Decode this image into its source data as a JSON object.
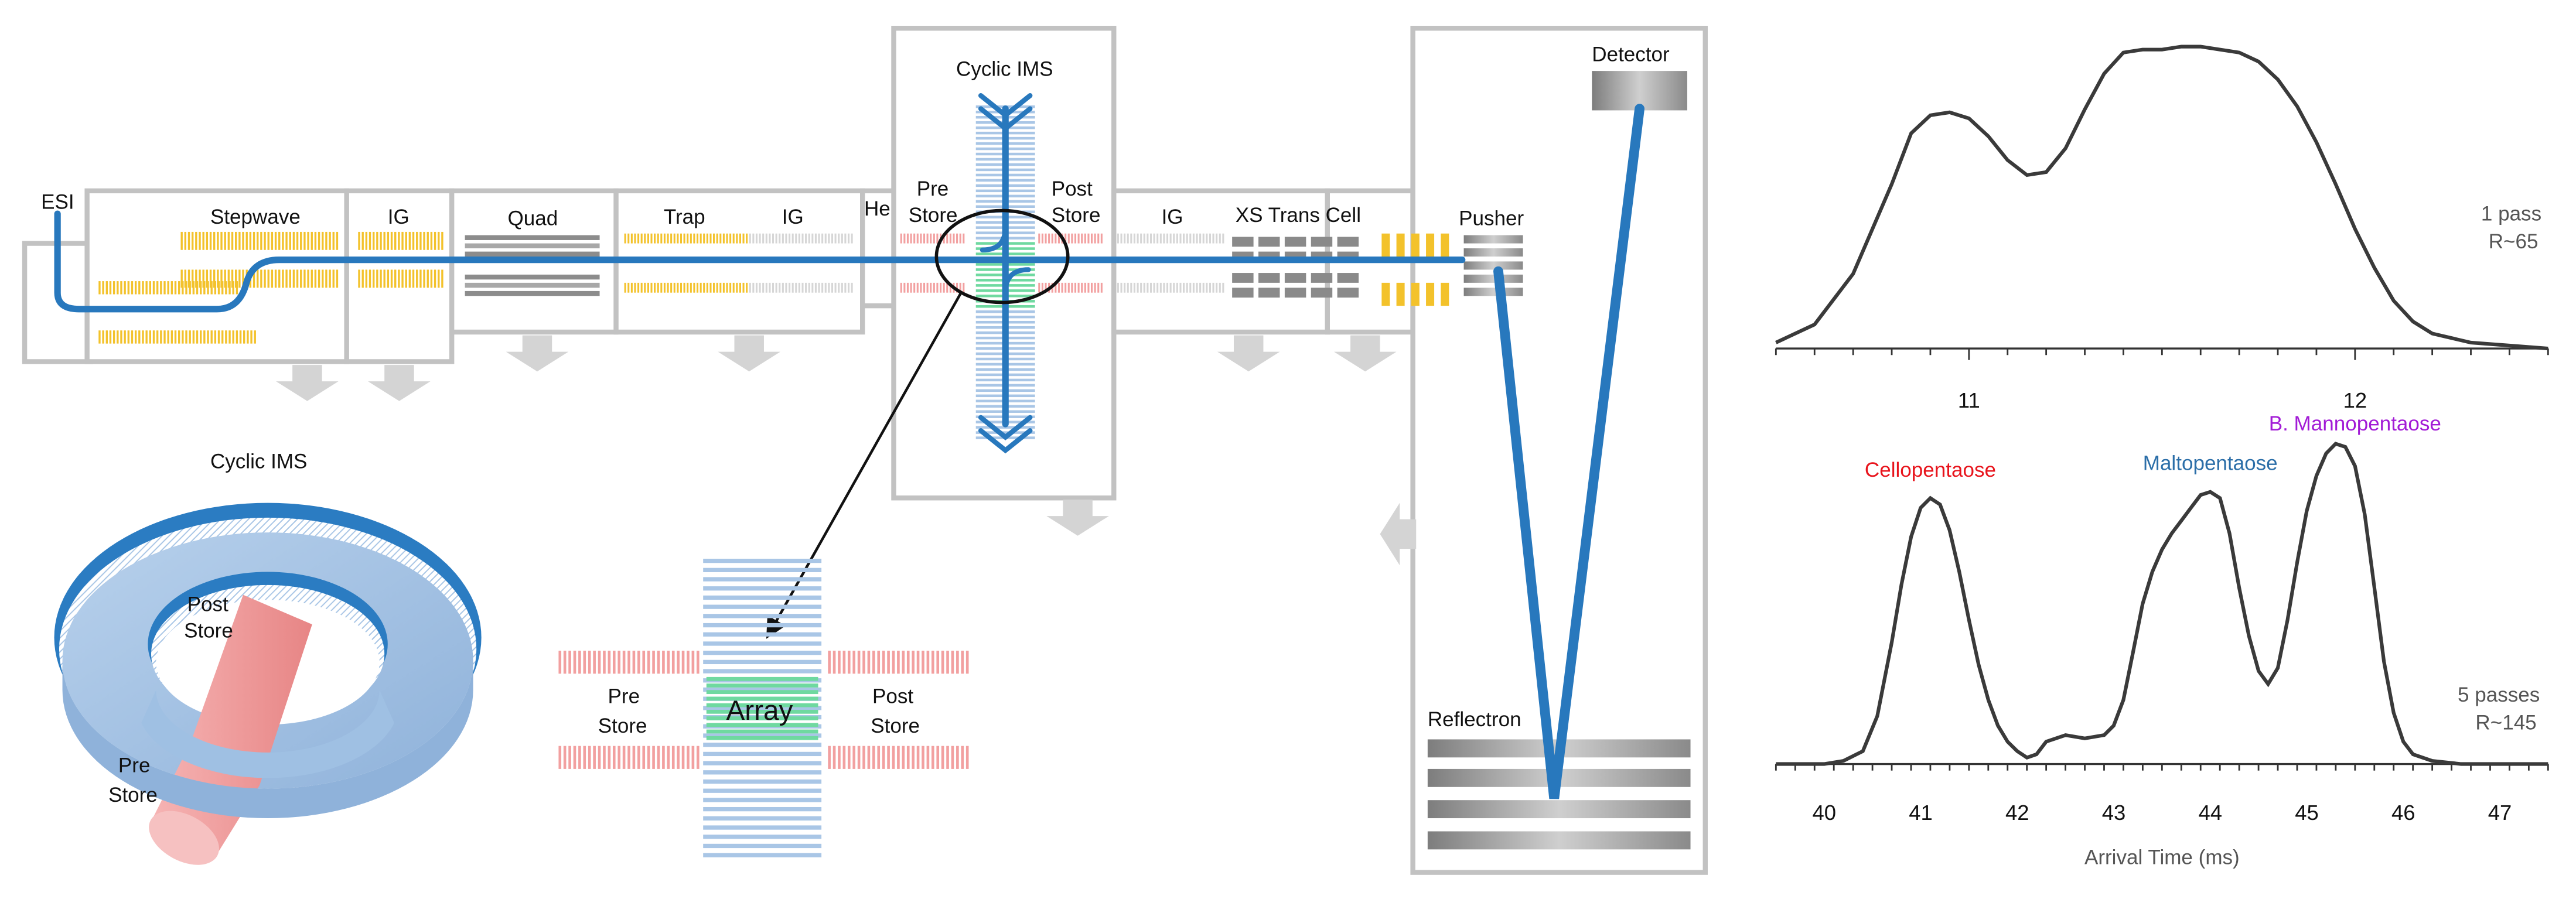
{
  "instrument": {
    "labels": {
      "esi": "ESI",
      "stepwave": "Stepwave",
      "ig1": "IG",
      "quad": "Quad",
      "trap": "Trap",
      "ig2": "IG",
      "he": "He",
      "cyclic_ims": "Cyclic IMS",
      "pre_store": [
        "Pre",
        "Store"
      ],
      "post_store": [
        "Post",
        "Store"
      ],
      "ig3": "IG",
      "xs_trans_cell": "XS Trans Cell",
      "pusher": "Pusher",
      "detector": "Detector",
      "reflectron": "Reflectron"
    },
    "colors": {
      "ion_path": "#2878bd",
      "electrode_yellow": "#f3c22b",
      "chamber_wall": "#c2c2c2",
      "arrow_gray": "#d4d4d4",
      "prestore_pink": "#f2a0a0",
      "array_green": "#6fd9a0",
      "ims_blue": "#a9c6e6"
    }
  },
  "inset_ring": {
    "title": "Cyclic IMS",
    "pre_store": [
      "Pre",
      "Store"
    ],
    "post_store": [
      "Post",
      "Store"
    ]
  },
  "inset_array": {
    "array_label": "Array",
    "pre_store": [
      "Pre",
      "Store"
    ],
    "post_store": [
      "Post",
      "Store"
    ]
  },
  "chart_data": [
    {
      "type": "line",
      "title": "",
      "xlabel": "",
      "ylabel": "",
      "xlim": [
        10.5,
        12.5
      ],
      "ticks": [
        "11",
        "12"
      ],
      "annotation": [
        "1 pass",
        "R~65"
      ],
      "series": [
        {
          "x": [
            10.5,
            10.6,
            10.7,
            10.8,
            10.85,
            10.9,
            10.95,
            11.0,
            11.05,
            11.1,
            11.15,
            11.2,
            11.25,
            11.3,
            11.35,
            11.4,
            11.45,
            11.5,
            11.55,
            11.6,
            11.65,
            11.7,
            11.75,
            11.8,
            11.85,
            11.9,
            11.95,
            12.0,
            12.05,
            12.1,
            12.15,
            12.2,
            12.3,
            12.4,
            12.5
          ],
          "y": [
            0.02,
            0.08,
            0.25,
            0.55,
            0.72,
            0.78,
            0.79,
            0.77,
            0.71,
            0.63,
            0.58,
            0.59,
            0.67,
            0.8,
            0.92,
            0.99,
            1.0,
            1.0,
            1.01,
            1.01,
            1.0,
            0.99,
            0.96,
            0.9,
            0.81,
            0.69,
            0.55,
            0.4,
            0.27,
            0.16,
            0.09,
            0.05,
            0.02,
            0.01,
            0.0
          ]
        }
      ]
    },
    {
      "type": "line",
      "title": "",
      "xlabel": "Arrival Time (ms)",
      "ylabel": "",
      "xlim": [
        39.5,
        47.5
      ],
      "ticks": [
        "40",
        "41",
        "42",
        "43",
        "44",
        "45",
        "46",
        "47"
      ],
      "annotation": [
        "5 passes",
        "R~145"
      ],
      "peak_labels": [
        {
          "text": "Cellopentaose",
          "x": 41.1,
          "color": "#e8141c"
        },
        {
          "text": "Maltopentaose",
          "x": 44.0,
          "color": "#2b6ea8"
        },
        {
          "text": "B. Mannopentaose",
          "x": 45.5,
          "color": "#a21bd6"
        }
      ],
      "series": [
        {
          "x": [
            39.5,
            40.0,
            40.2,
            40.4,
            40.55,
            40.7,
            40.8,
            40.9,
            41.0,
            41.1,
            41.2,
            41.3,
            41.4,
            41.5,
            41.6,
            41.7,
            41.8,
            41.9,
            42.0,
            42.1,
            42.2,
            42.3,
            42.5,
            42.7,
            42.9,
            43.0,
            43.1,
            43.2,
            43.3,
            43.4,
            43.5,
            43.6,
            43.7,
            43.8,
            43.9,
            44.0,
            44.1,
            44.2,
            44.3,
            44.4,
            44.5,
            44.6,
            44.7,
            44.8,
            44.9,
            45.0,
            45.1,
            45.2,
            45.3,
            45.4,
            45.5,
            45.6,
            45.7,
            45.8,
            45.9,
            46.0,
            46.1,
            46.3,
            46.6,
            47.0,
            47.5
          ],
          "y": [
            0.0,
            0.0,
            0.01,
            0.04,
            0.15,
            0.38,
            0.56,
            0.71,
            0.8,
            0.83,
            0.81,
            0.73,
            0.6,
            0.45,
            0.31,
            0.2,
            0.12,
            0.07,
            0.04,
            0.02,
            0.03,
            0.07,
            0.09,
            0.08,
            0.09,
            0.12,
            0.2,
            0.35,
            0.5,
            0.6,
            0.67,
            0.72,
            0.76,
            0.8,
            0.84,
            0.85,
            0.83,
            0.72,
            0.55,
            0.4,
            0.29,
            0.25,
            0.3,
            0.45,
            0.63,
            0.79,
            0.9,
            0.97,
            1.0,
            0.99,
            0.93,
            0.78,
            0.55,
            0.32,
            0.16,
            0.07,
            0.03,
            0.01,
            0.0,
            0.0,
            0.0
          ]
        }
      ]
    }
  ]
}
